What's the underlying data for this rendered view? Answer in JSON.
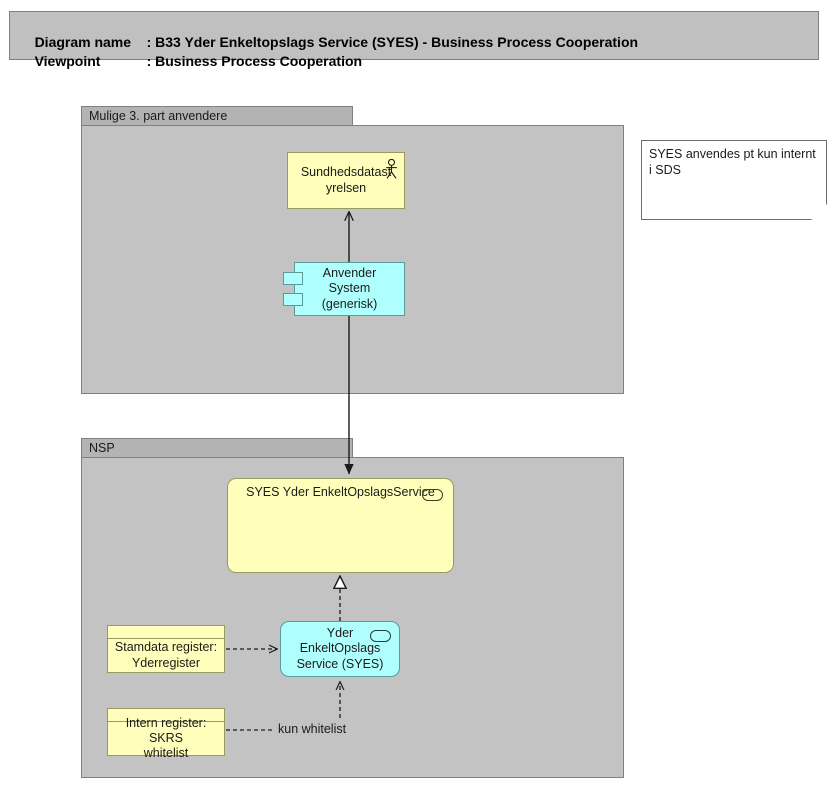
{
  "header": {
    "diagram_name_label": "Diagram name",
    "diagram_name_sep": ": ",
    "diagram_name_value": "B33 Yder Enkeltopslags Service (SYES) - Business Process Cooperation",
    "viewpoint_label": "Viewpoint",
    "viewpoint_sep": ": ",
    "viewpoint_value": "Business Process Cooperation"
  },
  "groups": [
    {
      "id": "mulige",
      "label": "Mulige 3. part anvendere"
    },
    {
      "id": "nsp",
      "label": "NSP"
    }
  ],
  "nodes": {
    "sundhedsdatastyrelsen": {
      "label": "Sundhedsdatast\nyrelsen",
      "icon": "actor-icon",
      "fill": "#ffffbb"
    },
    "anvender_system": {
      "label": "Anvender System\n(generisk)",
      "icon": "component-icon",
      "fill": "#b0ffff"
    },
    "syes_service": {
      "label": "SYES Yder EnkeltOpslagsService",
      "icon": "service-rounded-icon",
      "fill": "#ffffbb"
    },
    "yder_service": {
      "label": "Yder\nEnkeltOpslags\nService (SYES)",
      "icon": "service-rounded-icon",
      "fill": "#b0ffff"
    },
    "stamdata_register": {
      "label": "Stamdata register:\nYderregister",
      "fill": "#ffffbb"
    },
    "intern_register": {
      "label": "Intern register: SKRS\nwhitelist",
      "fill": "#ffffbb"
    }
  },
  "note": {
    "text": "SYES anvendes pt kun internt i SDS"
  },
  "connectors": {
    "kun_whitelist_label": "kun whitelist"
  },
  "colors": {
    "title_bar": "#c0c0c0",
    "group_tab": "#b3b3b3",
    "group_body": "#c3c3c3",
    "yellow_fill": "#ffffbb",
    "cyan_fill": "#b0ffff",
    "line": "#1a1a1a",
    "note_fill": "#ffffff"
  }
}
